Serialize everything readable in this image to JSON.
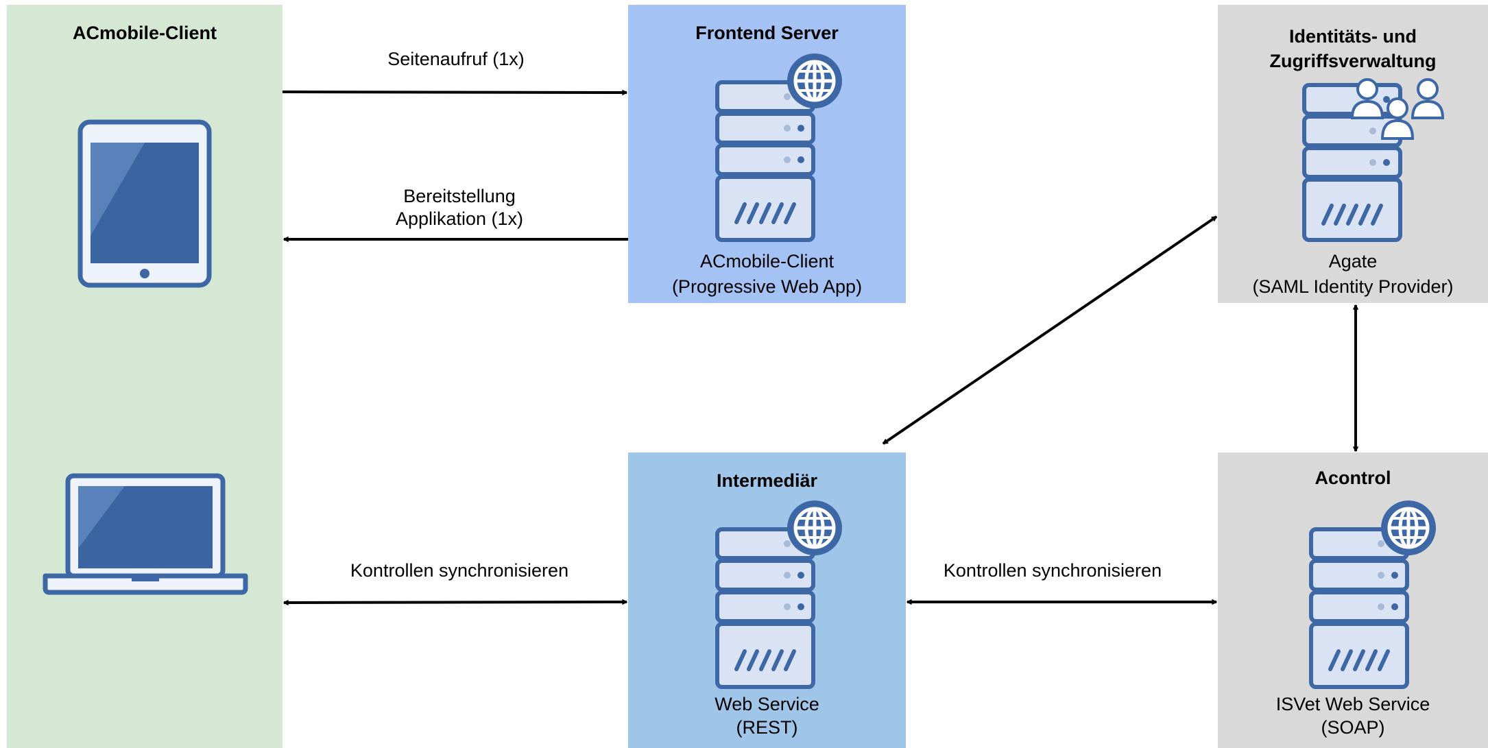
{
  "colors": {
    "client_bg": "#d5e8d4",
    "frontend_bg": "#a4c2f4",
    "intermediary_bg": "#9fc5e8",
    "gray_bg": "#d9d9d9",
    "icon_dark": "#3d67a5",
    "icon_fill": "#dae3f3",
    "icon_screen": "#3a65a1"
  },
  "panels": {
    "client": {
      "title": "ACmobile-Client",
      "icons": [
        "tablet-icon",
        "laptop-icon"
      ]
    },
    "frontend": {
      "title": "Frontend Server",
      "caption_line1": "ACmobile-Client",
      "caption_line2": "(Progressive Web App)",
      "icon": "web-server-icon"
    },
    "iam": {
      "title_line1": "Identitäts- und",
      "title_line2": "Zugriffsverwaltung",
      "caption_line1": "Agate",
      "caption_line2": "(SAML Identity Provider)",
      "icon": "identity-server-icon"
    },
    "intermediary": {
      "title": "Intermediär",
      "caption_line1": "Web Service",
      "caption_line2": "(REST)",
      "icon": "web-server-icon"
    },
    "acontrol": {
      "title": "Acontrol",
      "caption_line1": "ISVet Web Service",
      "caption_line2": "(SOAP)",
      "icon": "web-server-icon"
    }
  },
  "edges": {
    "page_request": {
      "label": "Seitenaufruf (1x)",
      "from": "client",
      "to": "frontend"
    },
    "app_delivery": {
      "label_line1": "Bereitstellung",
      "label_line2": "Applikation (1x)",
      "from": "frontend",
      "to": "client"
    },
    "sync_client": {
      "label": "Kontrollen synchronisieren",
      "between": [
        "client",
        "intermediary"
      ]
    },
    "sync_acontrol": {
      "label": "Kontrollen synchronisieren",
      "between": [
        "intermediary",
        "acontrol"
      ]
    },
    "iam_intermediary": {
      "between": [
        "iam",
        "intermediary"
      ]
    },
    "iam_acontrol": {
      "between": [
        "iam",
        "acontrol"
      ]
    }
  }
}
